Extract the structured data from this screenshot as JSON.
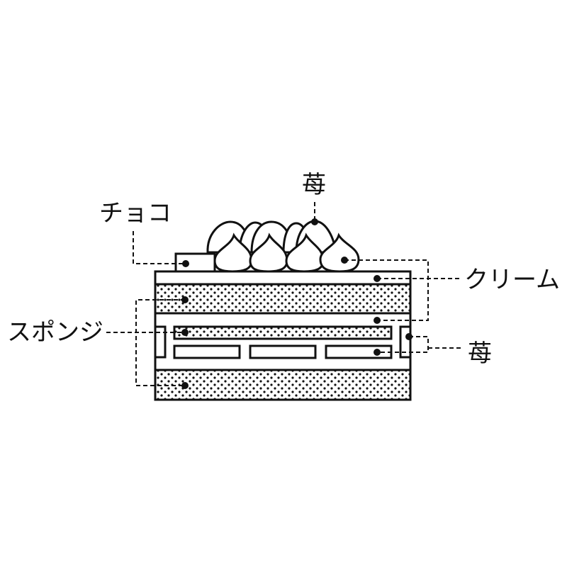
{
  "labels": {
    "chocolate": "チョコ",
    "strawberry_top": "苺",
    "cream": "クリーム",
    "sponge": "スポンジ",
    "strawberry_side": "苺"
  }
}
